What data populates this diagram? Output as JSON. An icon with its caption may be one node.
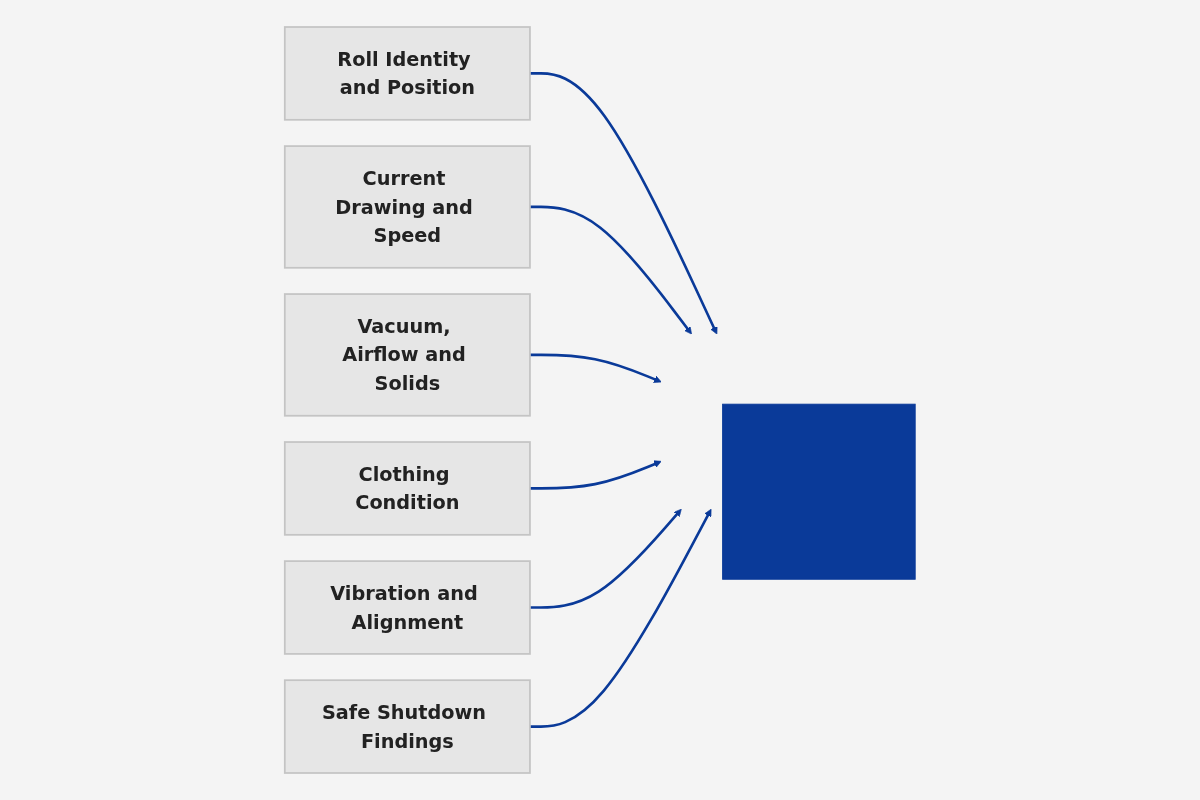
{
  "diagram": {
    "nodes": [
      {
        "text": [
          "Roll Identity and Position"
        ]
      },
      {
        "text": [
          "Current Drawing and Speed"
        ]
      },
      {
        "text": [
          "Vacuum, Airflow and Solids"
        ]
      },
      {
        "text": [
          "Clothing Condition"
        ]
      },
      {
        "text": [
          "Vibration and Alignment"
        ]
      },
      {
        "text": [
          "Safe Shutdown Findings"
        ]
      },
      {
        "text": [],
        "shape": "folder"
      }
    ],
    "edges": [
      {
        "from": 0,
        "to": 6,
        "arrow": "to"
      },
      {
        "from": 1,
        "to": 6,
        "arrow": "to"
      },
      {
        "from": 2,
        "to": 6,
        "arrow": "to"
      },
      {
        "from": 3,
        "to": 6,
        "arrow": "to"
      },
      {
        "from": 4,
        "to": 6,
        "arrow": "to"
      },
      {
        "from": 5,
        "to": 6,
        "arrow": "to"
      }
    ]
  }
}
